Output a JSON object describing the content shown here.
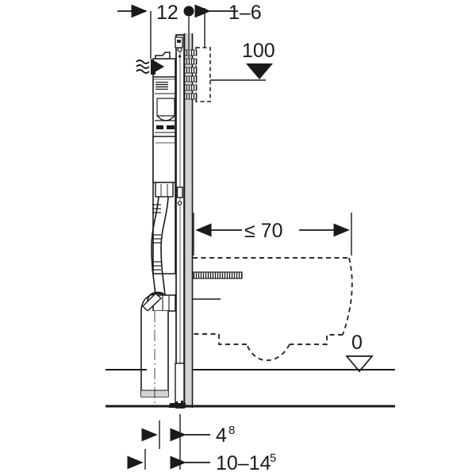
{
  "drawing": {
    "title": "Geberit Duofix wall-hung WC frame installation dimension drawing",
    "type": "technical-dimension-drawing",
    "units": "cm",
    "colors": {
      "line": "#1a1a1a",
      "wall_panel_fill": "#d2d2d2",
      "background": "#ffffff",
      "hidden_outline": "#2b2b2b"
    }
  },
  "dimensions": {
    "top_left": {
      "label": "12",
      "value": "12",
      "name": "distance-frame-to-wall"
    },
    "top_right": {
      "label": "1–6",
      "value": "1-6",
      "name": "wall-finish-thickness"
    },
    "height_marker": {
      "label": "100",
      "value": "100",
      "name": "actuator-plate-height"
    },
    "projection": {
      "label": "≤ 70",
      "value": "<= 70",
      "name": "wc-projection-depth"
    },
    "floor_datum": {
      "label": "0",
      "value": "0",
      "name": "finished-floor-level"
    },
    "bottom_upper": {
      "label": "4",
      "superscript": "8",
      "value": "4.8",
      "name": "soil-pipe-offset"
    },
    "bottom_lower": {
      "label": "10–14",
      "superscript": "5",
      "value": "10-14.5",
      "name": "soil-pipe-centre-distance"
    }
  },
  "components": {
    "frame": "installation-frame",
    "cistern": "concealed-cistern",
    "water_inlet": "water-supply-inlet",
    "flush_pipe": "flush-pipe",
    "waste_bend": "waste-water-bend",
    "wall_panel": "finished-wall-panel",
    "wc_bowl": "wall-hung-wc-outline",
    "mounting_bolt": "wc-mounting-bolt",
    "actuator_opening": "actuator-plate-opening",
    "floor_finished": "finished-floor-line",
    "floor_raw": "raw-floor-line"
  }
}
